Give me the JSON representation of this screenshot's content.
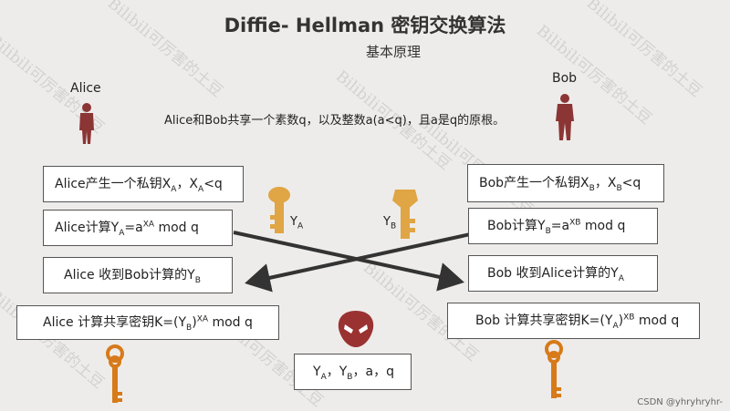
{
  "title": "Diffie- Hellman 密钥交换算法",
  "subtitle": "基本原理",
  "alice_label": "Alice",
  "bob_label": "Bob",
  "shared_text": "Alice和Bob共享一个素数q，以及整数a(a<q)，且a是q的原根。",
  "alice_boxes": {
    "private": "Alice产生一个私钥X_A，X_A<q",
    "compute": "Alice计算Y_A=a^XA mod q",
    "receive": "Alice 收到Bob计算的Y_B",
    "key": "Alice 计算共享密钥K=(Y_B)^XA mod q"
  },
  "bob_boxes": {
    "private": "Bob产生一个私钥X_B，X_B<q",
    "compute": "Bob计算Y_B=a^XB mod q",
    "receive": "Bob 收到Alice计算的Y_A",
    "key": "Bob 计算共享密钥K=(Y_A)^XB mod q"
  },
  "public_box": "Y_A，Y_B，a，q",
  "ya_label": "Y_A",
  "yb_label": "Y_B",
  "watermark": "Bilibili可厉害的土豆",
  "csdn": "CSDN @yhryhryhr-",
  "colors": {
    "person": "#8b3535",
    "key_gold": "#e0a544",
    "key_orange": "#d77a1a",
    "alien": "#9a3232",
    "arrow": "#333333"
  }
}
